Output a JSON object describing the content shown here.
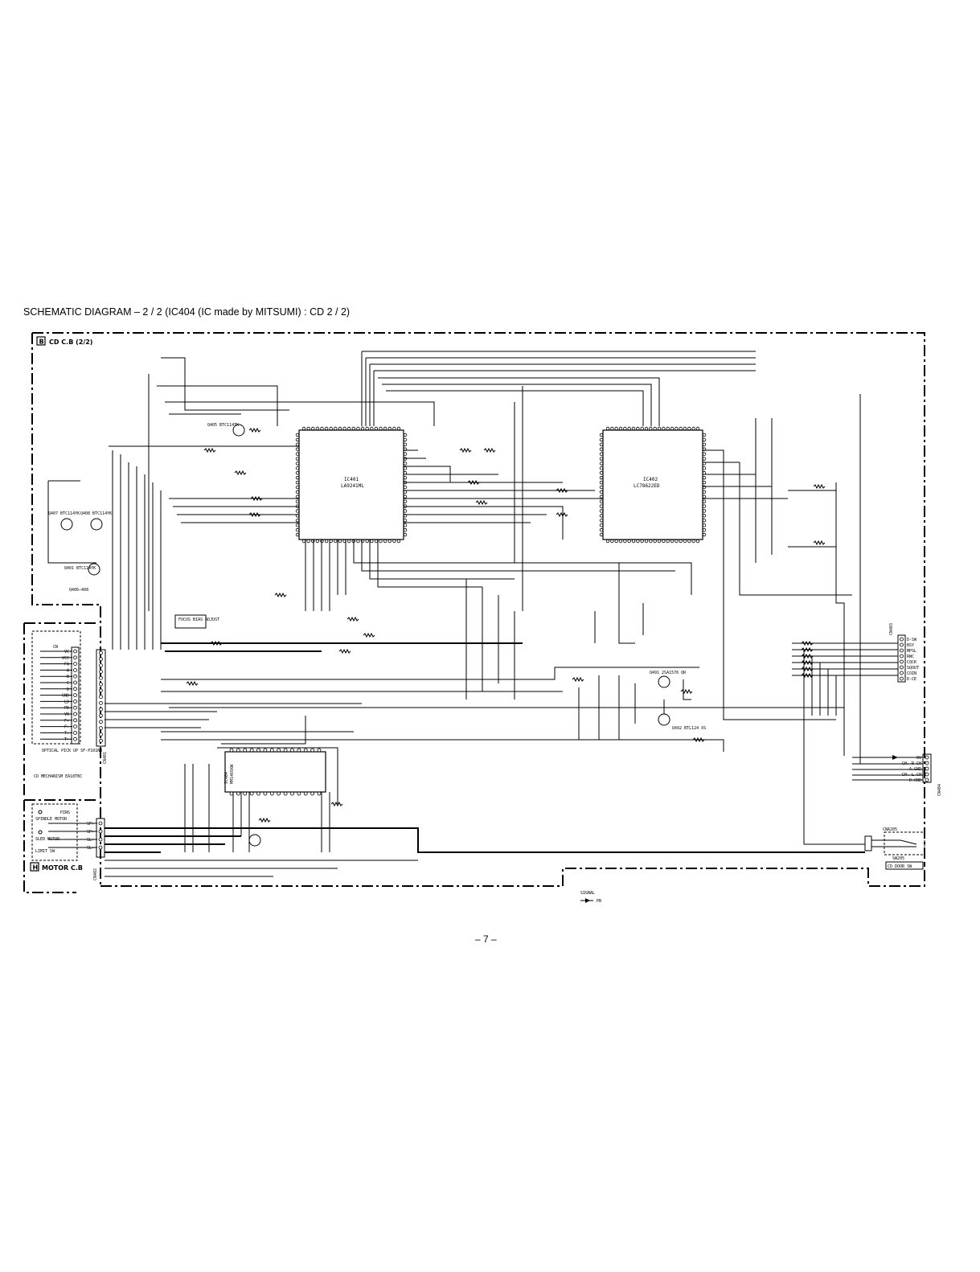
{
  "title": "SCHEMATIC  DIAGRAM – 2 / 2  (IC404  (IC made by MITSUMI) : CD  2 / 2)",
  "page_number": "– 7 –",
  "boards": {
    "cd": {
      "letter": "B",
      "label": "CD C.B (2/2)"
    },
    "motor": {
      "letter": "H",
      "label": "MOTOR C.B"
    }
  },
  "ics": {
    "ic401": {
      "ref": "IC401",
      "part": "LA9241ML"
    },
    "ic402": {
      "ref": "IC402",
      "part": "LC78622ED"
    },
    "ic404": {
      "ref": "IC404",
      "part": "MM1469XW"
    }
  },
  "transistors": {
    "q405": "Q405 BTC114TK",
    "q407": "Q407 BTC114YK",
    "q408": "Q408 BTC114YK",
    "q401": "Q401 BTC114YK",
    "q406": "Q406–408",
    "q491": "Q491 2SA1576 QR",
    "q492": "Q492 BTL124 XS"
  },
  "labels": {
    "focus_bias": "FOCUS BIAS ADJUST",
    "cn_header": "CN",
    "optical_pickup": "OPTICAL PICK UP SF-P101NR",
    "cd_mechanism": "CD MECHANISM EA18TBC",
    "spindle_motor": "SPINDLE MOTOR",
    "sled_motor": "SLED MOTOR",
    "limit_sw": "LIMIT SW",
    "pins": "PINS",
    "cna205": "CNA205",
    "sw205": "SW205",
    "cd_door_sw": "CD DOOR SW",
    "signal": "SIGNAL",
    "pb": "PB",
    "cn401": "CN401",
    "cn402": "CN402",
    "cn403": "CN403",
    "cn404": "CN404"
  },
  "pickup_pins": [
    "VC",
    "VCC",
    "FA",
    "A",
    "B",
    "C",
    "D",
    "GND",
    "LD",
    "PD",
    "VR",
    "F+",
    "F-",
    "T-",
    "T+"
  ],
  "motor_pins": [
    "SP+",
    "SP-",
    "SL+",
    "SL-"
  ],
  "front_connector_pins": [
    "D-SW",
    "BSY",
    "MPSL",
    "RWC",
    "CQCK",
    "SQOUT",
    "COIN",
    "D-CE"
  ],
  "main_connector_pins": [
    "8V",
    "CH. R CH",
    "A.GND",
    "CH. L CH",
    "D.GND"
  ]
}
